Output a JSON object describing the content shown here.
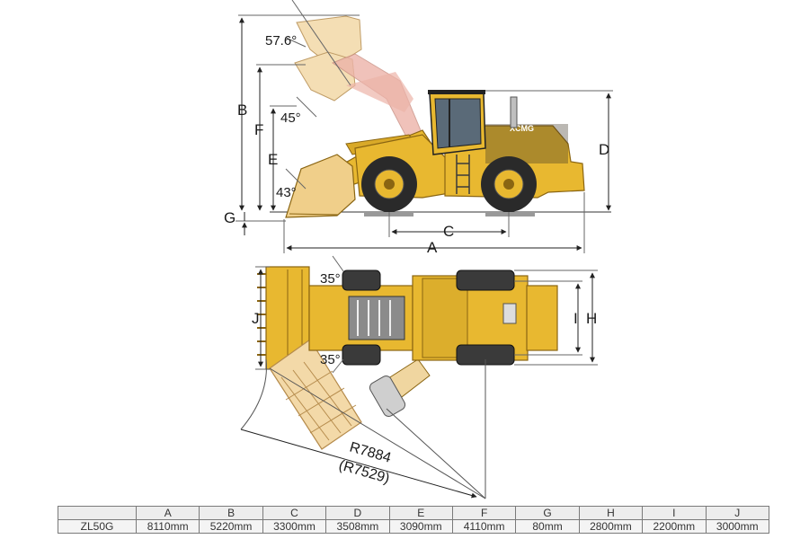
{
  "side_view": {
    "dims": {
      "A": "A",
      "B": "B",
      "C": "C",
      "D": "D",
      "E": "E",
      "F": "F",
      "G": "G"
    },
    "angles": {
      "dump_max": "57.6°",
      "dump_mid": "45°",
      "rollback": "43°"
    },
    "cab_logo": "XCMG"
  },
  "top_view": {
    "dims": {
      "H": "H",
      "I": "I",
      "J": "J"
    },
    "steer_angle_top": "35°",
    "steer_angle_bottom": "35°",
    "radius": "R7884",
    "radius_alt": "(R7529)"
  },
  "spec_table": {
    "columns": [
      "",
      "A",
      "B",
      "C",
      "D",
      "E",
      "F",
      "G",
      "H",
      "I",
      "J"
    ],
    "rows": [
      [
        "ZL50G",
        "8110mm",
        "5220mm",
        "3300mm",
        "3508mm",
        "3090mm",
        "4110mm",
        "80mm",
        "2800mm",
        "2200mm",
        "3000mm"
      ]
    ]
  },
  "colors": {
    "body": "#e8b830",
    "body_dark": "#b8861a",
    "tire": "#2a2a2a",
    "ghost_bucket": "#f3d9a8",
    "ghost_arm": "#e9a79a"
  }
}
